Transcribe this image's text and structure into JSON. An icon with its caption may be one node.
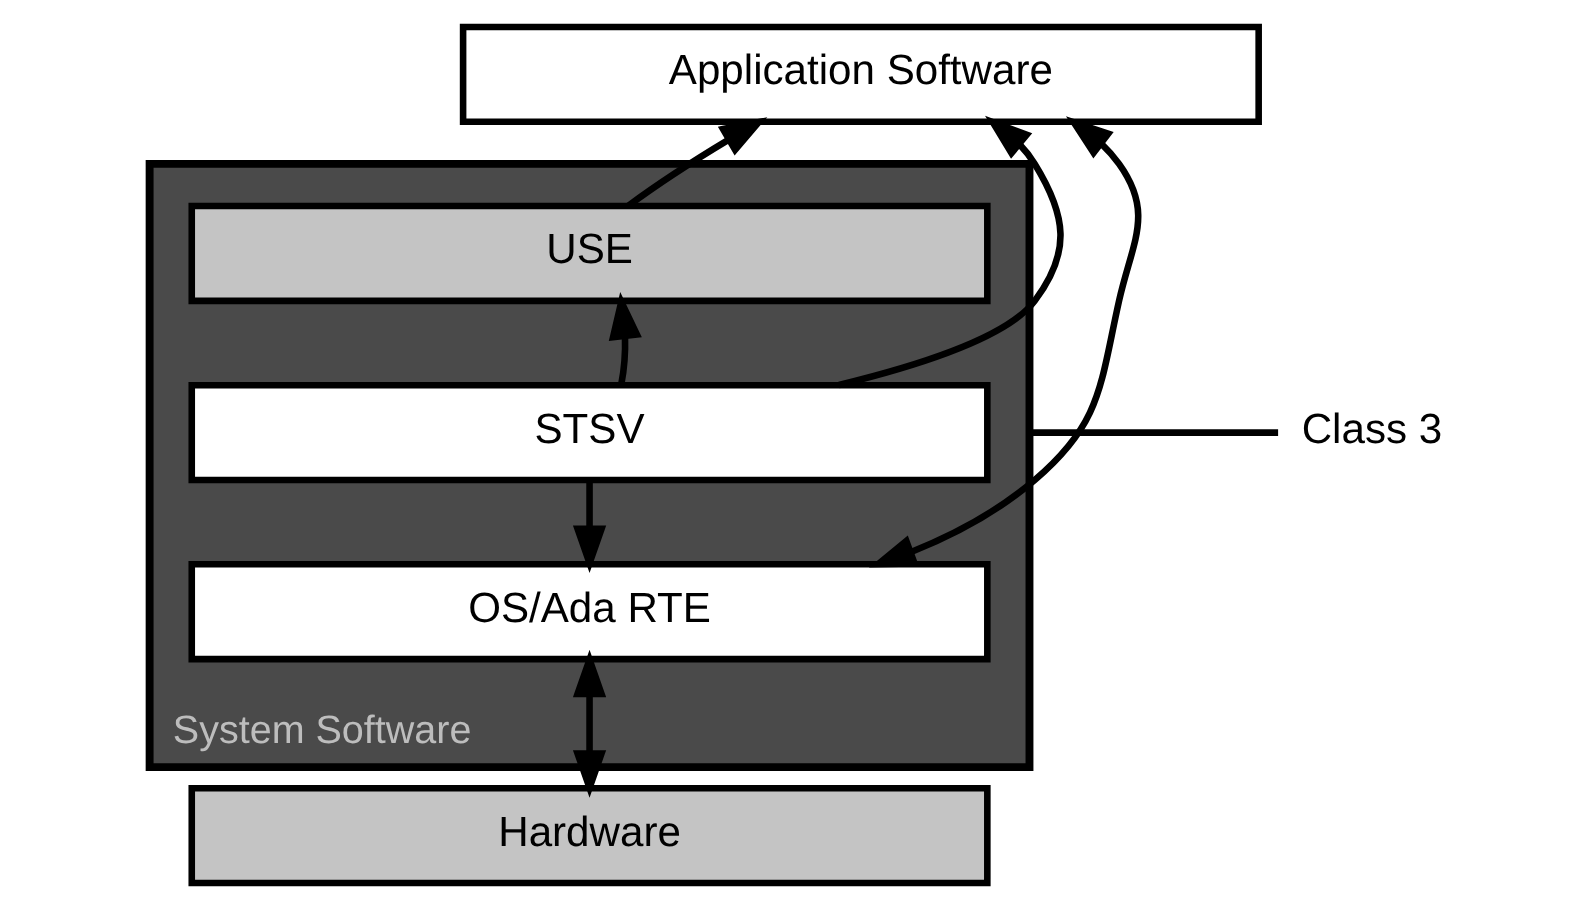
{
  "diagram": {
    "nodes": [
      {
        "text": [
          "Application Software"
        ]
      },
      {
        "text": [
          "System Software"
        ]
      },
      {
        "text": [
          "USE"
        ],
        "in": 1
      },
      {
        "text": [
          "STSV"
        ],
        "in": 1
      },
      {
        "text": [
          "OS/Ada RTE"
        ],
        "in": 1
      },
      {
        "text": [
          "Hardware"
        ]
      },
      {
        "text": [
          "Class 3"
        ]
      }
    ],
    "edges": [
      {
        "from": 4,
        "to": 0,
        "arrow": "both"
      },
      {
        "from": 2,
        "to": 0,
        "arrow": "to"
      },
      {
        "from": 3,
        "to": 0,
        "arrow": "to"
      },
      {
        "from": 3,
        "to": 2,
        "arrow": "to"
      },
      {
        "from": 3,
        "to": 4,
        "arrow": "to"
      },
      {
        "from": 4,
        "to": 5,
        "arrow": "both"
      },
      {
        "from": 6,
        "to": 1,
        "arrow": "none"
      }
    ]
  }
}
